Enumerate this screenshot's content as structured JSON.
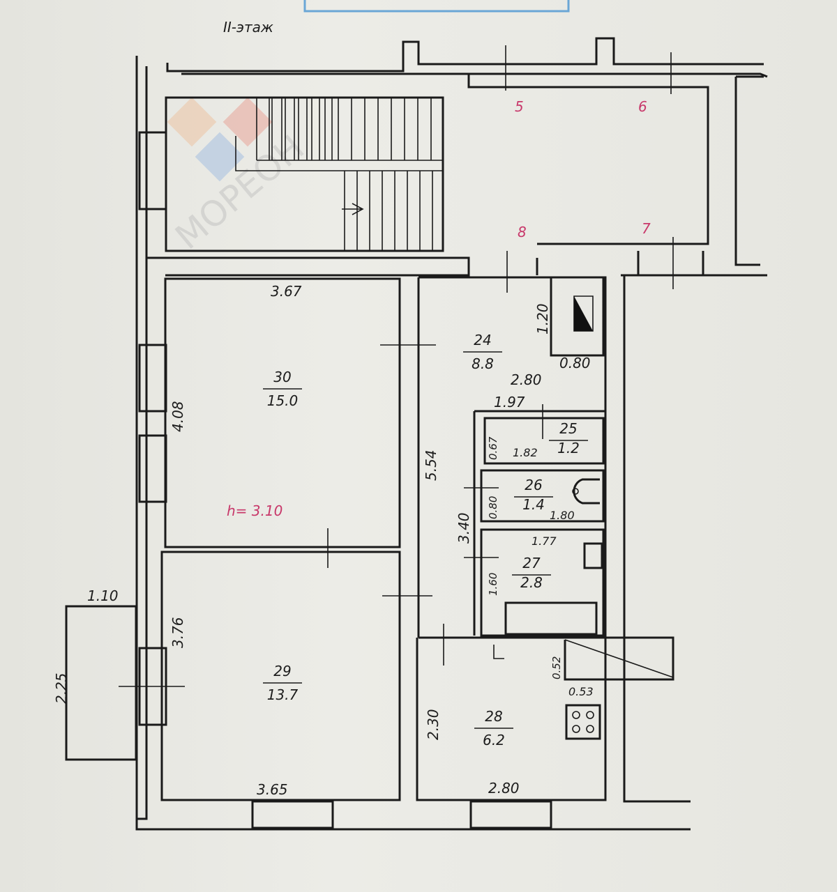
{
  "floor_label": "II-этаж",
  "ceiling_height": "h= 3.10",
  "watermark": "МОРЕОН",
  "axis_marks": [
    "5",
    "6",
    "7",
    "8"
  ],
  "rooms": [
    {
      "number": "30",
      "area": "15.0"
    },
    {
      "number": "29",
      "area": "13.7"
    },
    {
      "number": "24",
      "area": "8.8"
    },
    {
      "number": "25",
      "area": "1.2"
    },
    {
      "number": "26",
      "area": "1.4"
    },
    {
      "number": "27",
      "area": "2.8"
    },
    {
      "number": "28",
      "area": "6.2"
    }
  ],
  "dimensions": {
    "r30_width": "3.67",
    "r30_length": "4.08",
    "r29_length": "3.76",
    "r29_width": "3.65",
    "balcony_width": "1.10",
    "balcony_length": "2.25",
    "r24_width": "2.80",
    "r24_length": "5.54",
    "shaft_h": "1.20",
    "shaft_w": "0.80",
    "r25_top": "1.97",
    "r25_h": "0.67",
    "r25_w": "1.82",
    "r26_h": "0.80",
    "r26_w": "1.80",
    "wc_block": "3.40",
    "r27_w": "1.77",
    "r27_h": "1.60",
    "r28_h": "2.30",
    "r28_w": "2.80",
    "vent_h": "0.52",
    "vent_w": "0.53"
  },
  "colors": {
    "ink": "#1a1a1a",
    "red_marks": "#c8386a",
    "stamp": "#6aa6d6"
  }
}
